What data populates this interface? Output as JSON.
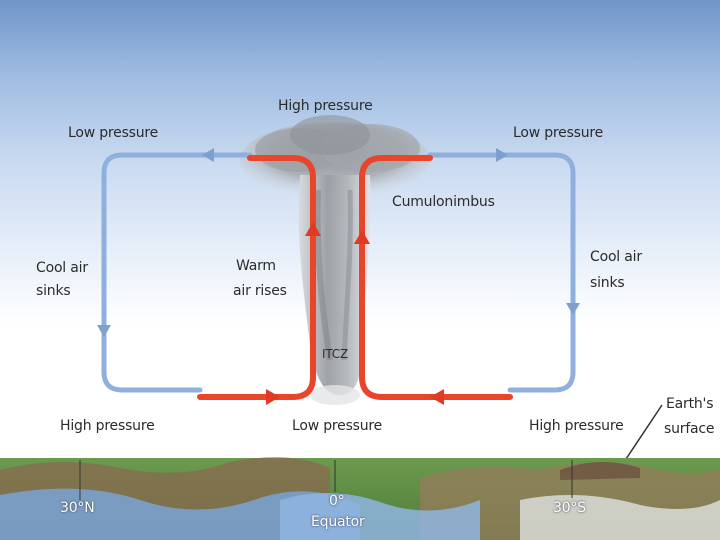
{
  "diagram": {
    "labels": {
      "top_high_pressure": "High pressure",
      "left_low_pressure": "Low pressure",
      "right_low_pressure": "Low pressure",
      "cumulonimbus": "Cumulonimbus",
      "left_cool_air_sinks_line1": "Cool air",
      "left_cool_air_sinks_line2": "sinks",
      "right_cool_air_sinks_line1": "Cool air",
      "right_cool_air_sinks_line2": "sinks",
      "warm_air_rises_line1": "Warm",
      "warm_air_rises_line2": "air rises",
      "itcz": "ITCZ",
      "left_high_pressure": "High pressure",
      "center_low_pressure": "Low pressure",
      "right_high_pressure": "High pressure",
      "earths_surface_line1": "Earth's",
      "earths_surface_line2": "surface",
      "lat_30n": "30°N",
      "lat_0": "0°",
      "equator": "Equator",
      "lat_30s": "30°S"
    },
    "colors": {
      "cool_air": "#8fb0dd",
      "warm_air": "#e8452a",
      "sky_top": "#6f95c9",
      "ground_green": "#5f8f46",
      "ground_brown": "#8a6a50",
      "water": "#7aa3d6"
    }
  }
}
